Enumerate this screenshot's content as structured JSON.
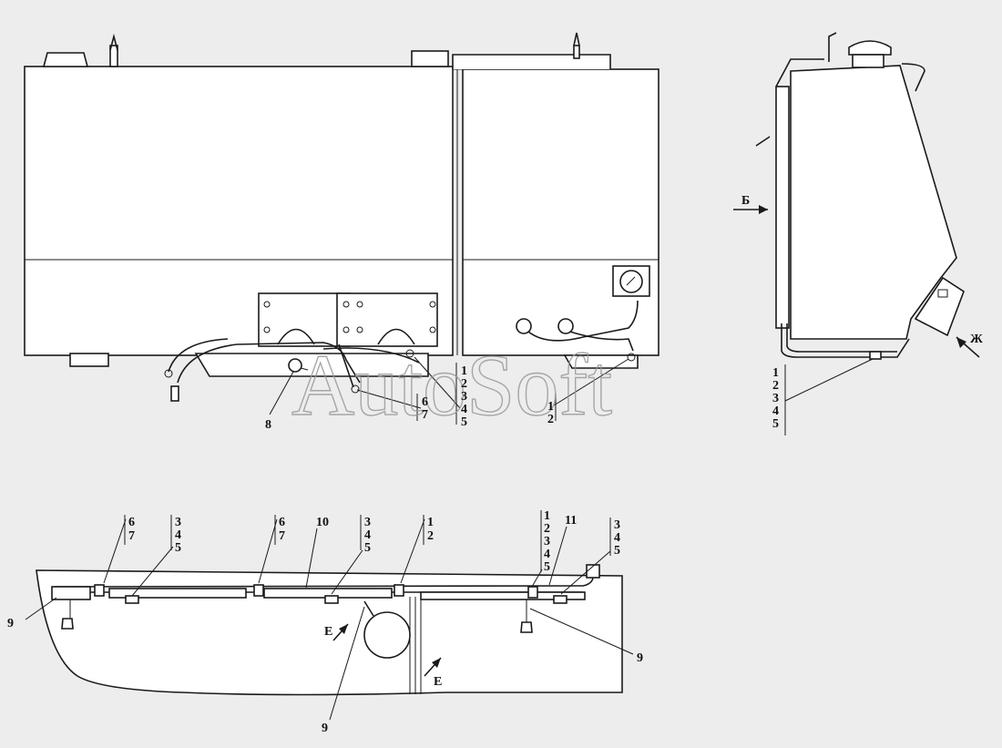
{
  "watermark": "AutoSoft",
  "labels": {
    "b": "Б",
    "zh": "Ж",
    "e1": "Е",
    "e2": "Е",
    "n1": "1",
    "n2": "2",
    "n3": "3",
    "n4": "4",
    "n5": "5",
    "n6": "6",
    "n7": "7",
    "n8": "8",
    "n9": "9",
    "n10": "10",
    "n11": "11"
  }
}
